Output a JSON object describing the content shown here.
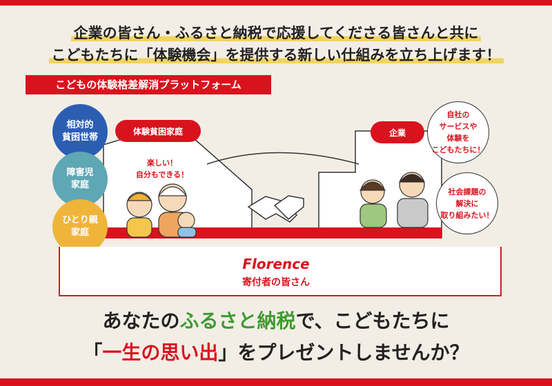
{
  "heading": {
    "line1": "企業の皆さん・ふるさと納税で応援してくださる皆さんと共に",
    "line2": "こどもたちに「体験機会」を提供する新しい仕組みを立ち上げます！"
  },
  "platform_label": "こどもの体験格差解消プラットフォーム",
  "categories": [
    {
      "line1": "相対的",
      "line2": "貧困世帯"
    },
    {
      "line1": "障害児",
      "line2": "家庭"
    },
    {
      "line1": "ひとり親",
      "line2": "家庭"
    }
  ],
  "family": {
    "label": "体験貧困家庭",
    "speech_line1": "楽しい！",
    "speech_line2": "自分もできる！"
  },
  "company": {
    "label": "企業",
    "bubble1": [
      "自社の",
      "サービスや",
      "体験を",
      "こどもたちに！"
    ],
    "bubble2": [
      "社会課題の",
      "解決に",
      "取り組みたい！"
    ]
  },
  "florence": {
    "logo": "Florence",
    "donors": "寄付者の皆さん"
  },
  "tagline": {
    "line1_a": "あなたの",
    "line1_b": "ふるさと納税",
    "line1_c": "で、こどもたちに",
    "line2_a": "「",
    "line2_b": "一生の思い出",
    "line2_c": "」をプレゼントしませんか？"
  },
  "colors": {
    "red": "#d9131e",
    "green": "#3f9a2f",
    "blue": "#2b5eb3",
    "teal": "#5ea7b4",
    "yellow": "#efb43a",
    "background": "#f2eee6"
  }
}
